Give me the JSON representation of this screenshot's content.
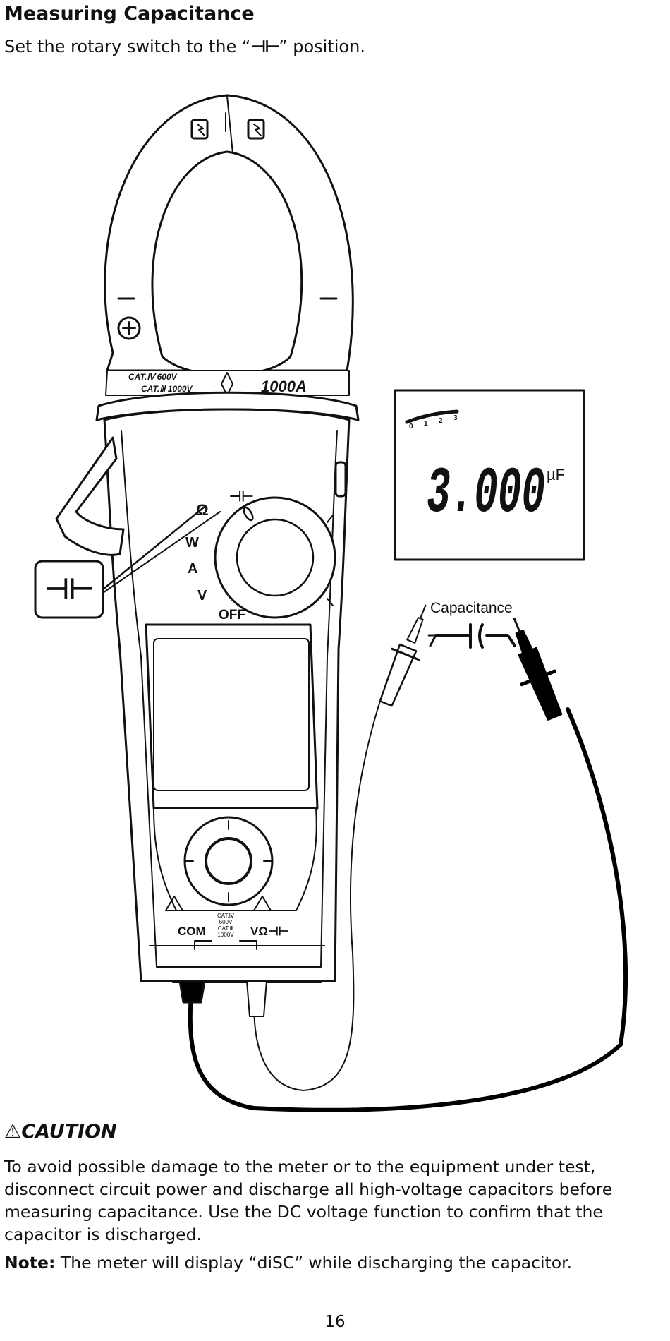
{
  "heading": "Measuring Capacitance",
  "intro": {
    "before": "Set the rotary switch to the “",
    "symbol": "⊣⊢",
    "after": "” position."
  },
  "figure": {
    "clamp_rating": "1000A",
    "cat_iv": "CAT.Ⅳ 600V",
    "cat_iii": "CAT.Ⅲ 1000V",
    "dial": {
      "capacitance": "⊣⊢",
      "ohm": "Ω",
      "watt": "W",
      "amp": "A",
      "volt": "V",
      "off": "OFF"
    },
    "callout_symbol": "⊣⊢",
    "display": {
      "reading": "3.000",
      "unit": "µF",
      "bar_scale": [
        "0",
        "1",
        "2",
        "3"
      ]
    },
    "capacitor_label": "Capacitance",
    "jacks": {
      "com": "COM",
      "cat_lines": [
        "CAT.Ⅳ",
        "600V",
        "CAT.Ⅲ",
        "1000V"
      ],
      "vohm": "VΩ⊣⊢"
    }
  },
  "caution": {
    "title": "CAUTION",
    "body": "To avoid possible damage to the meter or to the equipment under test, disconnect circuit power and discharge all high-voltage capacitors before measuring capacitance. Use the DC voltage function to confirm that the capacitor is discharged."
  },
  "note": {
    "label": "Note:",
    "text": " The meter will display “diSC” while discharging the capacitor."
  },
  "page_number": "16"
}
